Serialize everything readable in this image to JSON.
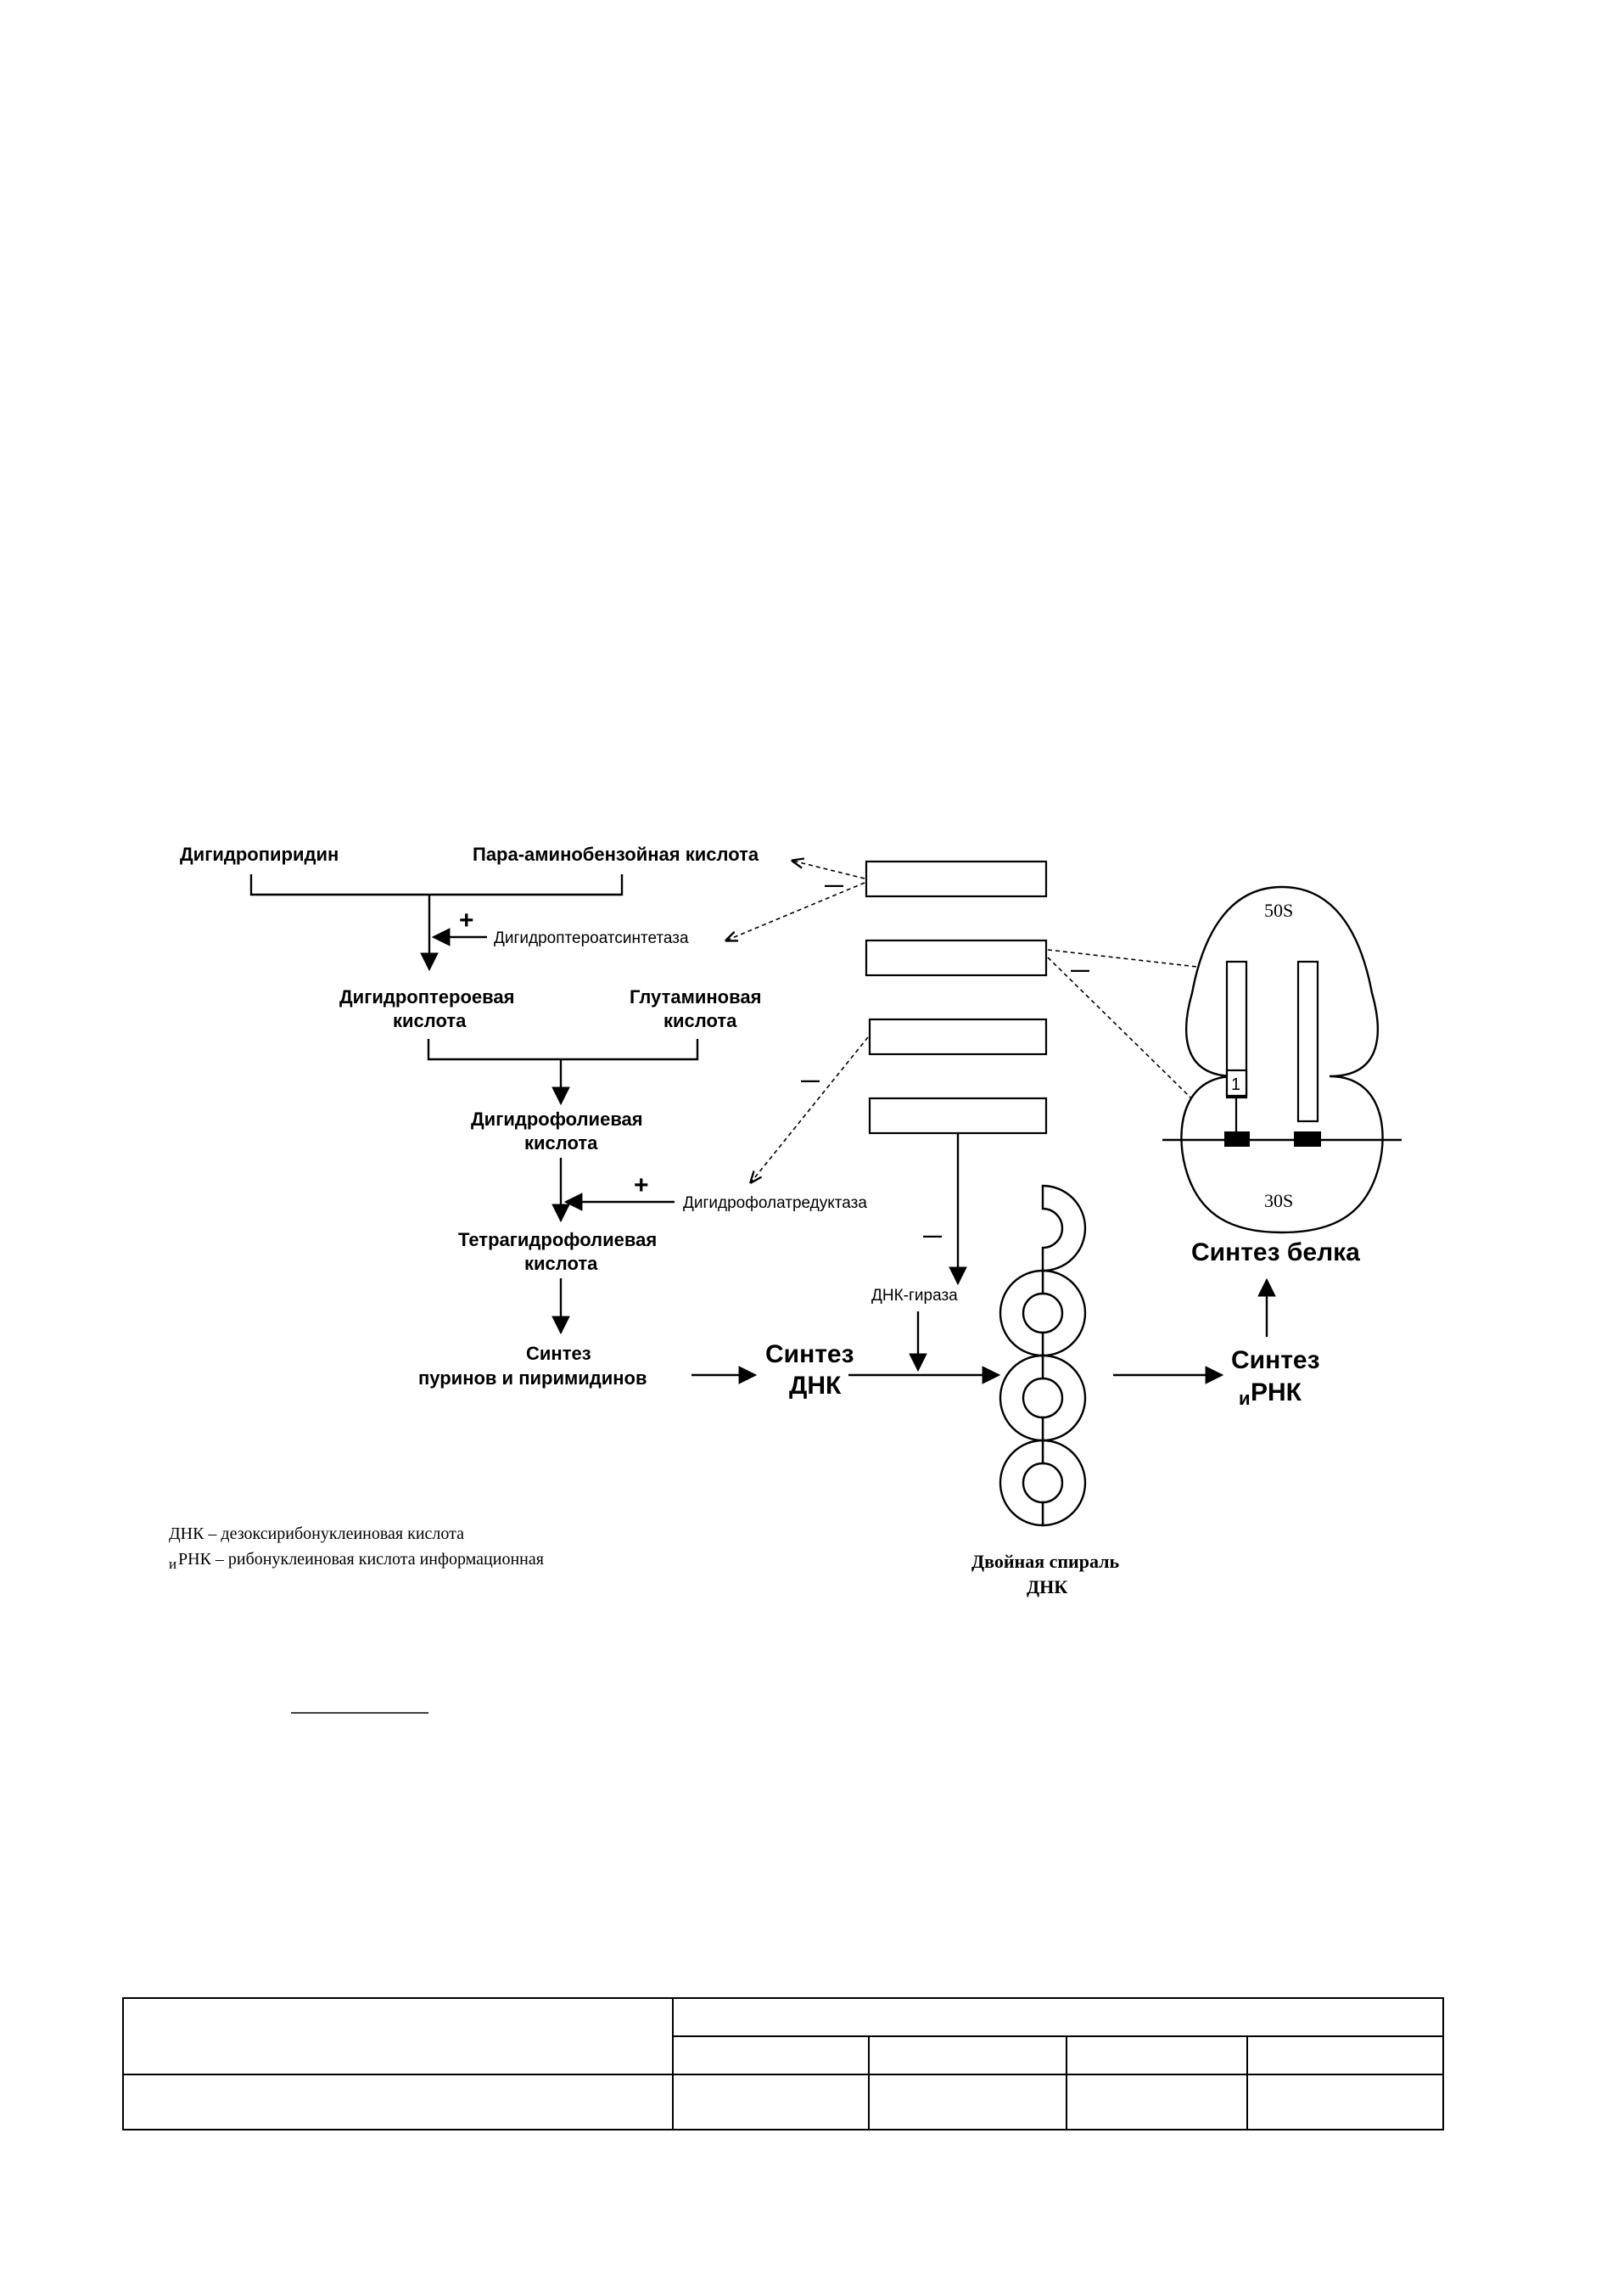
{
  "diagram": {
    "nodes": {
      "dihydropyridine": "Дигидропиридин",
      "paba": "Пара-аминобензойная кислота",
      "dhps": "Дигидроптероатсинтетаза",
      "dihydropteroic_1": "Дигидроптероевая",
      "dihydropteroic_2": "кислота",
      "glutamic_1": "Глутаминовая",
      "glutamic_2": "кислота",
      "dihydrofolic_1": "Дигидрофолиевая",
      "dihydrofolic_2": "кислота",
      "dhfr": "Дигидрофолатредуктаза",
      "tetrahydrofolic_1": "Тетрагидрофолиевая",
      "tetrahydrofolic_2": "кислота",
      "purines_1": "Синтез",
      "purines_2": "пуринов и пиримидинов",
      "dna_synth_1": "Синтез",
      "dna_synth_2": "ДНК",
      "gyrase": "ДНК-гираза",
      "helix_1": "Двойная спираль",
      "helix_2": "ДНК",
      "rna_synth_1": "Синтез",
      "rna_synth_2": "РНК",
      "rna_prefix": "и",
      "protein": "Синтез белка",
      "ribo_50s": "50S",
      "ribo_30s": "30S",
      "site_label": "1"
    },
    "signs": {
      "plus": "+",
      "minus": "—"
    }
  },
  "legend": {
    "dna_line": "ДНК – дезоксирибонуклеиновая кислота",
    "rna_prefix": "и",
    "rna_line": "РНК – рибонуклеиновая кислота информационная"
  }
}
